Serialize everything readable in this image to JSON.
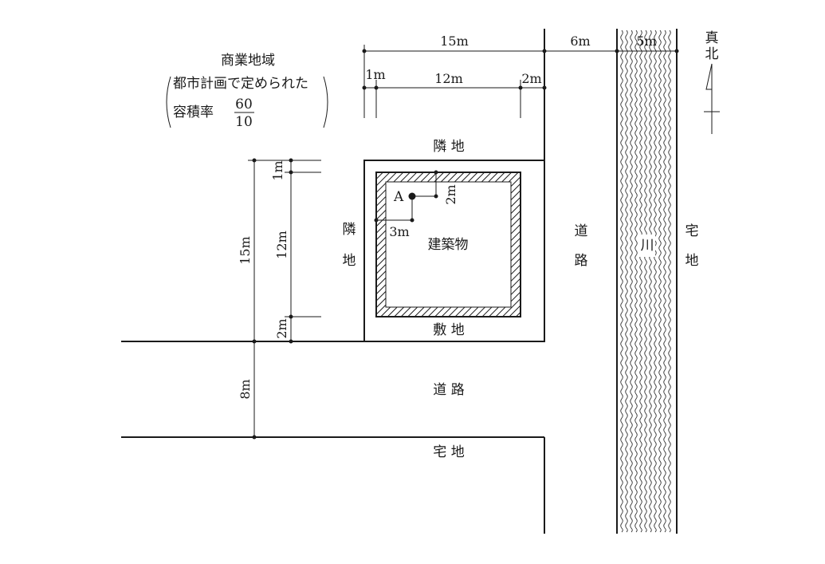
{
  "zoning": {
    "district": "商業地域",
    "line1": "都市計画で定められた",
    "far_label": "容積率",
    "far_numerator": "60",
    "far_denominator": "10"
  },
  "labels": {
    "neighbor_top": "隣 地",
    "neighbor_left_1": "隣",
    "neighbor_left_2": "地",
    "building": "建築物",
    "site": "敷 地",
    "road_bottom": "道 路",
    "house_bottom": "宅 地",
    "road_right_1": "道",
    "road_right_2": "路",
    "river": "川",
    "house_right_1": "宅",
    "house_right_2": "地",
    "north_1": "真",
    "north_2": "北",
    "point_a": "A"
  },
  "dimensions": {
    "top_total": "15m",
    "top_road": "6m",
    "top_river": "5m",
    "top_left_setback": "1m",
    "top_building": "12m",
    "top_right_setback": "2m",
    "left_total": "15m",
    "left_top_setback": "1m",
    "left_building": "12m",
    "left_bottom_setback": "2m",
    "bottom_road": "8m",
    "point_a_x": "3m",
    "point_a_y": "2m"
  },
  "colors": {
    "ink": "#1a1a1a",
    "background": "#ffffff"
  }
}
